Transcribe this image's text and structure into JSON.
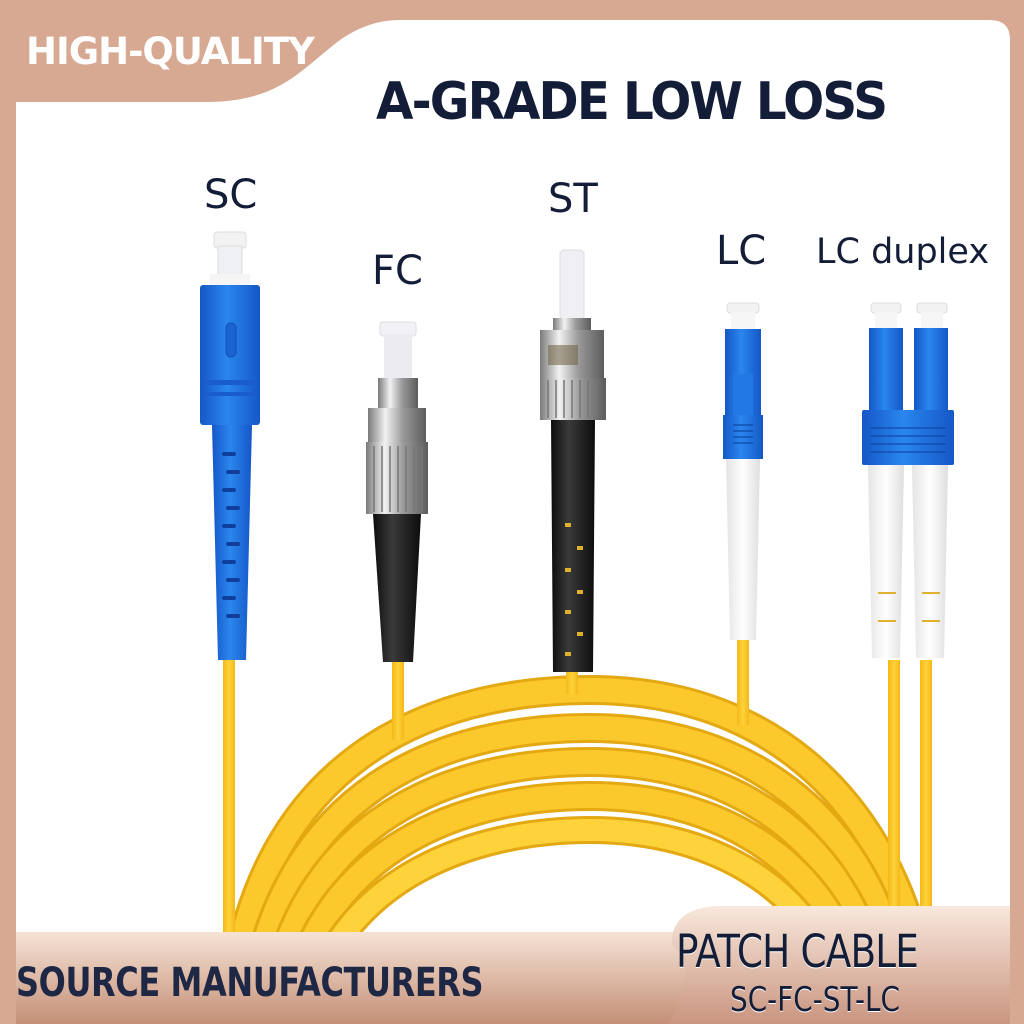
{
  "banner": {
    "top_left": "HIGH-QUALITY",
    "headline": "A-GRADE  LOW LOSS",
    "bottom_left": "SOURCE MANUFACTURERS",
    "bottom_right_title": "PATCH CABLE",
    "bottom_right_subtitle": "SC-FC-ST-LC"
  },
  "connectors": [
    {
      "label": "SC",
      "type": "sc-connector",
      "body_color": "#1e6fd9"
    },
    {
      "label": "FC",
      "type": "fc-connector",
      "body_color": "#c8c8c8"
    },
    {
      "label": "ST",
      "type": "st-connector",
      "body_color": "#c8c8c8"
    },
    {
      "label": "LC",
      "type": "lc-connector",
      "body_color": "#1e6fd9"
    },
    {
      "label": "LC duplex",
      "type": "lc-duplex-connector",
      "body_color": "#1e6fd9"
    }
  ],
  "colors": {
    "frame": "#d7a992",
    "cable": "#f7c12a",
    "text_dark": "#141d38",
    "connector_blue": "#1e6fd9",
    "boot_black": "#1a1a1a"
  }
}
